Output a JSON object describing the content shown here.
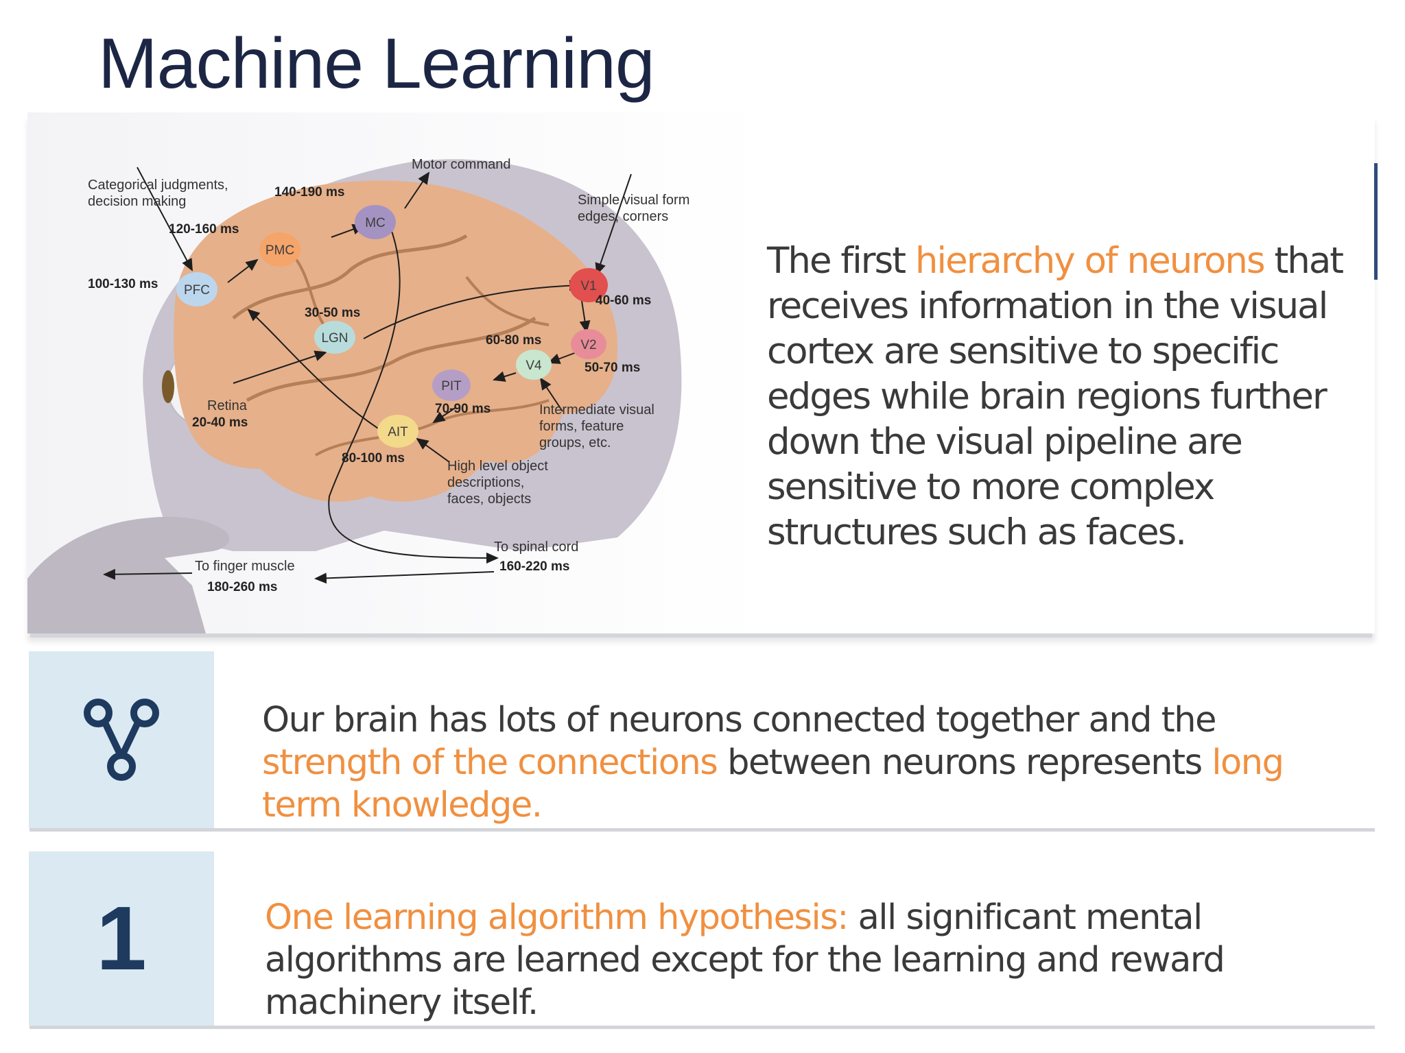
{
  "slide": {
    "title": "Machine Learning"
  },
  "figure": {
    "nodes": {
      "pfc": "PFC",
      "pmc": "PMC",
      "mc": "MC",
      "lgn": "LGN",
      "v1": "V1",
      "v2": "V2",
      "v4": "V4",
      "pit": "PIT",
      "ait": "AIT"
    },
    "labels": {
      "motor_command": "Motor command",
      "categorical_1": "Categorical judgments,",
      "categorical_2": "decision making",
      "simple_form_1": "Simple visual form",
      "simple_form_2": "edges, corners",
      "intermediate_1": "Intermediate visual",
      "intermediate_2": "forms, feature",
      "intermediate_3": "groups, etc.",
      "high_level_1": "High level object",
      "high_level_2": "descriptions,",
      "high_level_3": "faces, objects",
      "retina": "Retina",
      "spinal": "To spinal cord",
      "finger": "To finger muscle"
    },
    "timings": {
      "mc": "140-190 ms",
      "pmc": "120-160 ms",
      "pfc": "100-130 ms",
      "lgn": "30-50 ms",
      "v1": "40-60 ms",
      "v4": "60-80 ms",
      "v2": "50-70 ms",
      "pit": "70-90 ms",
      "retina": "20-40 ms",
      "ait": "80-100 ms",
      "spinal": "160-220 ms",
      "finger": "180-260 ms"
    }
  },
  "hierarchy": {
    "pre": "The first ",
    "highlight": "hierarchy of neurons",
    "post": " that receives information in the visual cortex are sensitive to specific edges while brain regions further down the visual pipeline are sensitive to more complex structures such as faces."
  },
  "rows": [
    {
      "icon": "network-nodes-icon",
      "t1": "Our brain has lots of neurons connected together and the ",
      "h1": "strength of the connections",
      "t2": " between neurons represents ",
      "h2": "long term knowledge."
    },
    {
      "number": "1",
      "h1": "One learning algorithm hypothesis:",
      "t1": " all significant mental algorithms are learned except for the learning and reward machinery itself."
    }
  ],
  "colors": {
    "title": "#1c2644",
    "highlight": "#f09040",
    "icon": "#1e3a5f",
    "icon_box": "#dbe9f2",
    "accent": "#2f4d7b"
  }
}
